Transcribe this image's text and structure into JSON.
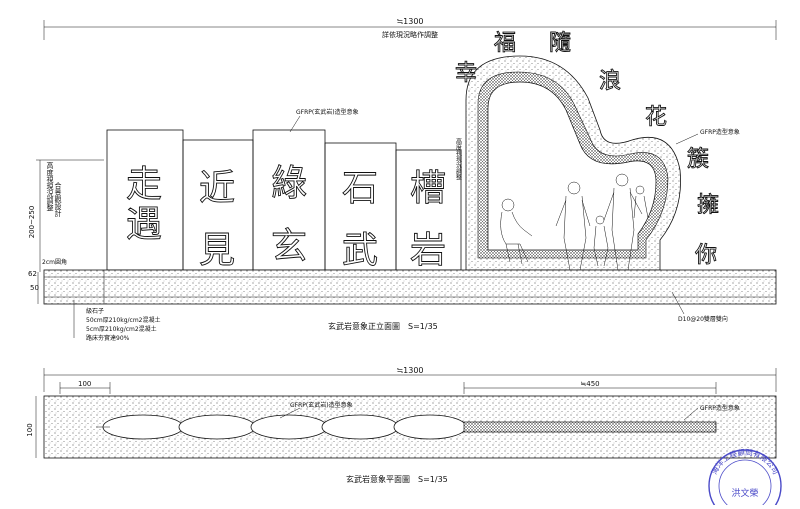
{
  "elevation": {
    "total_dim": "≒1300",
    "top_note": "詳依現況略作調整",
    "left_note": "高度視現況調整",
    "left_note2": "合景觀設計",
    "height_range": "200~250",
    "pillar_chars": [
      [
        "走",
        "遇"
      ],
      [
        "近",
        "見"
      ],
      [
        "綠",
        "玄"
      ],
      [
        "石",
        "武"
      ],
      [
        "槽",
        "岩"
      ]
    ],
    "side_note": "高度視現況調整",
    "callout_gfrp_block": "GFRP(玄武岩)造型意象",
    "callout_gfrp_heart": "GFRP造型意象",
    "heart_words": [
      "幸",
      "福",
      "隨",
      "浪",
      "花",
      "簇",
      "擁",
      "你"
    ],
    "dim_62": "62",
    "dim_50": "50",
    "dim_2cm": "2cm圓角",
    "layers": [
      "級石子",
      "50cm厚210kg/cm2混凝土",
      "5cm厚210kg/cm2混凝土",
      "路床夯實達90%"
    ],
    "rebar_note": "D10@20雙層雙向",
    "title": "玄武岩意象正立面圖",
    "scale": "S=1/35"
  },
  "plan": {
    "total_dim": "≒1300",
    "dim_100": "100",
    "dim_450": "≒450",
    "dim_left": "100",
    "callout_left": "GFRP(玄武岩)造型意象",
    "callout_right": "GFRP造型意象",
    "title": "玄武岩意象平面圖",
    "scale": "S=1/35"
  },
  "stamp": {
    "company": "海洋工程顧問有限公司",
    "person": "洪文榮"
  },
  "colors": {
    "ink": "#111111",
    "stamp": "#4a4ac8"
  }
}
